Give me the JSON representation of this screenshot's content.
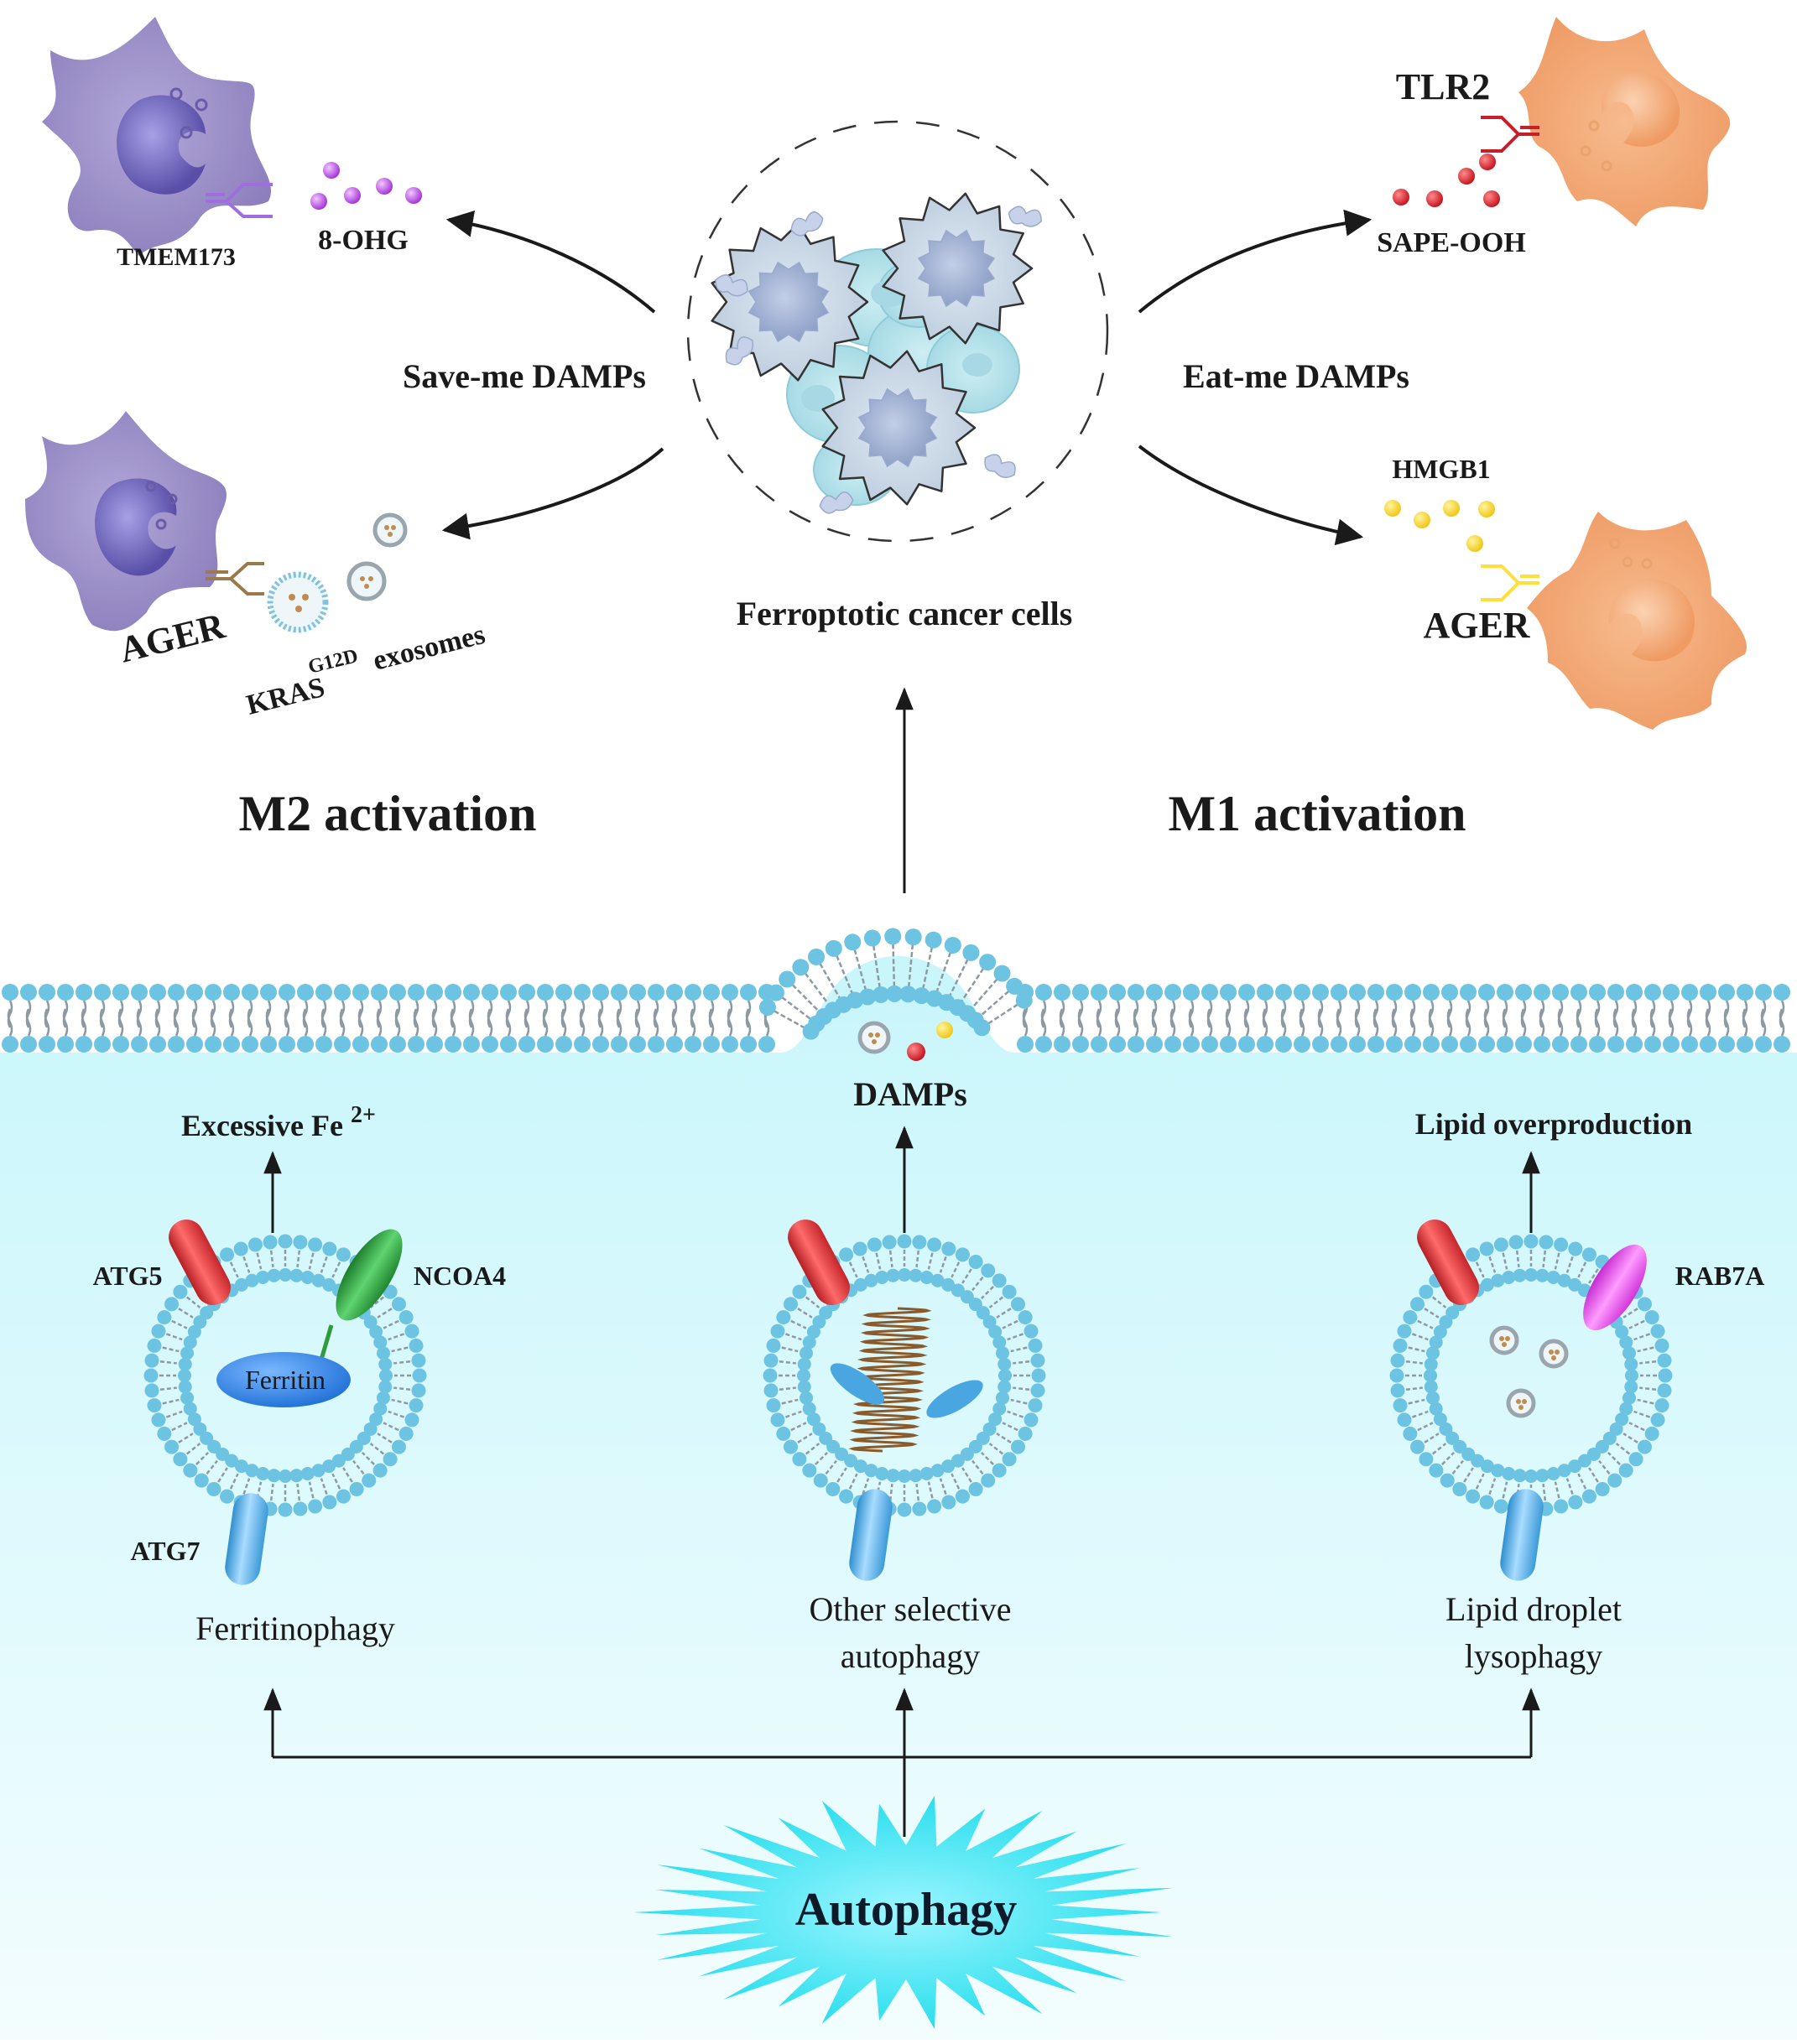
{
  "top": {
    "center_label": "Ferroptotic cancer cells",
    "save_me_label": "Save-me DAMPs",
    "eat_me_label": "Eat-me DAMPs",
    "receptor_tmem173": "TMEM173",
    "ligand_8ohg": "8-OHG",
    "receptor_ager_left": "AGER",
    "kras_text": "KRAS",
    "kras_superscript": "G12D",
    "exosomes_text": "exosomes",
    "receptor_tlr2": "TLR2",
    "ligand_sape": "SAPE-OOH",
    "ligand_hmgb1": "HMGB1",
    "receptor_ager_right": "AGER"
  },
  "activation": {
    "m2": "M2 activation",
    "m1": "M1 activation"
  },
  "cell": {
    "damps_label": "DAMPs",
    "left": {
      "output_text": "Excessive  Fe",
      "output_superscript": "2+",
      "atg5": "ATG5",
      "ncoa4": "NCOA4",
      "cargo": "Ferritin",
      "atg7": "ATG7",
      "process": "Ferritinophagy"
    },
    "middle": {
      "process_line1": "Other selective",
      "process_line2": "autophagy"
    },
    "right": {
      "output_text": "Lipid overproduction",
      "rab7a": "RAB7A",
      "process_line1": "Lipid droplet",
      "process_line2": "lysophagy"
    },
    "autophagy_label": "Autophagy"
  },
  "colors": {
    "macrophage_m2": "#9b8fc4",
    "macrophage_m1": "#f0a472",
    "membrane_head": "#6dc3e2",
    "cytoplasm_top": "#c8f6fb",
    "burst": "#33e5f2",
    "atg5": "#e0393e",
    "ncoa4": "#2e9c3e",
    "atg7": "#4aa9e0",
    "rab7a": "#e44fe6",
    "ferritin": "#3a8ce6"
  }
}
